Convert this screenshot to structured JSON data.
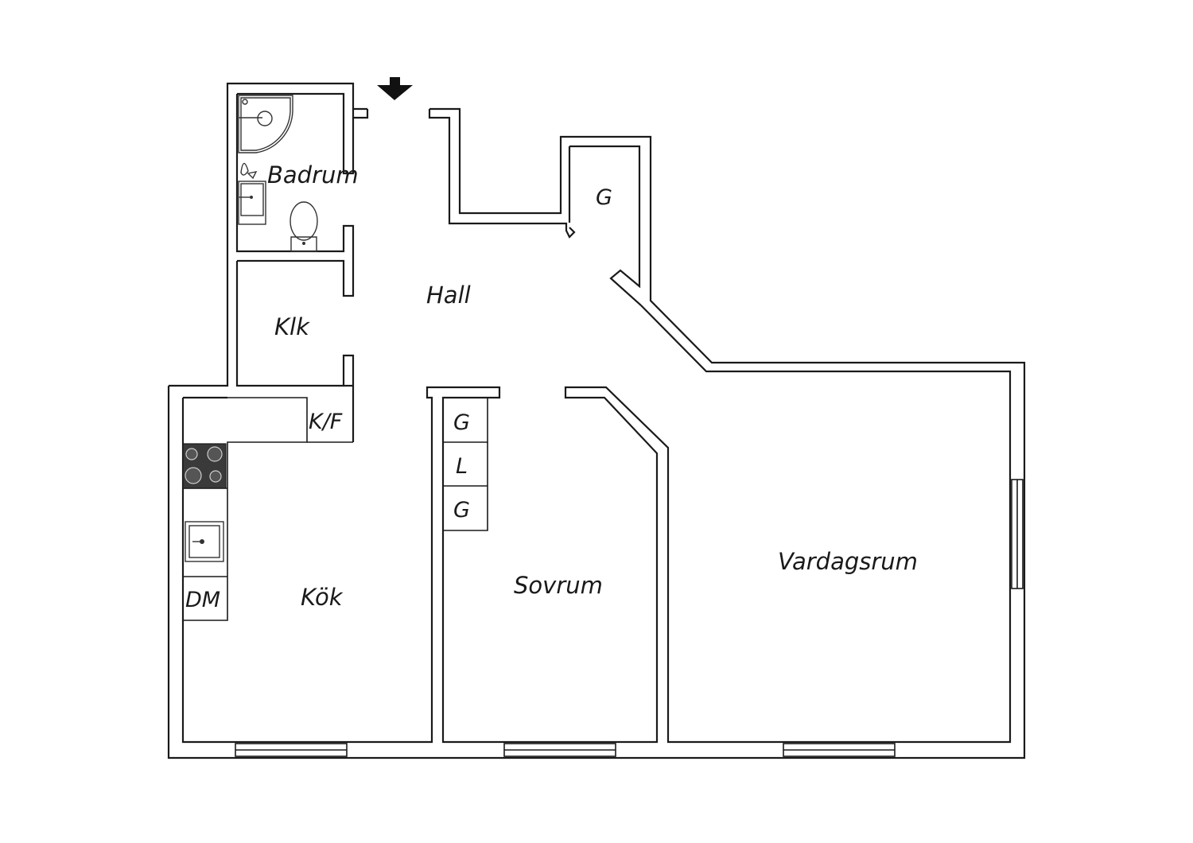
{
  "rooms": {
    "badrum": "Badrum",
    "hall": "Hall",
    "klk": "Klk",
    "kok": "Kök",
    "sovrum": "Sovrum",
    "vardagsrum": "Vardagsrum"
  },
  "labels": {
    "hall_closet": "G",
    "kf": "K/F",
    "wardrobe_g1": "G",
    "wardrobe_l": "L",
    "wardrobe_g2": "G",
    "dm": "DM"
  },
  "icons": {
    "entrance": "entrance-arrow-icon"
  },
  "colors": {
    "wall": "#1a1a1a",
    "stove": "#3a3a3a"
  }
}
